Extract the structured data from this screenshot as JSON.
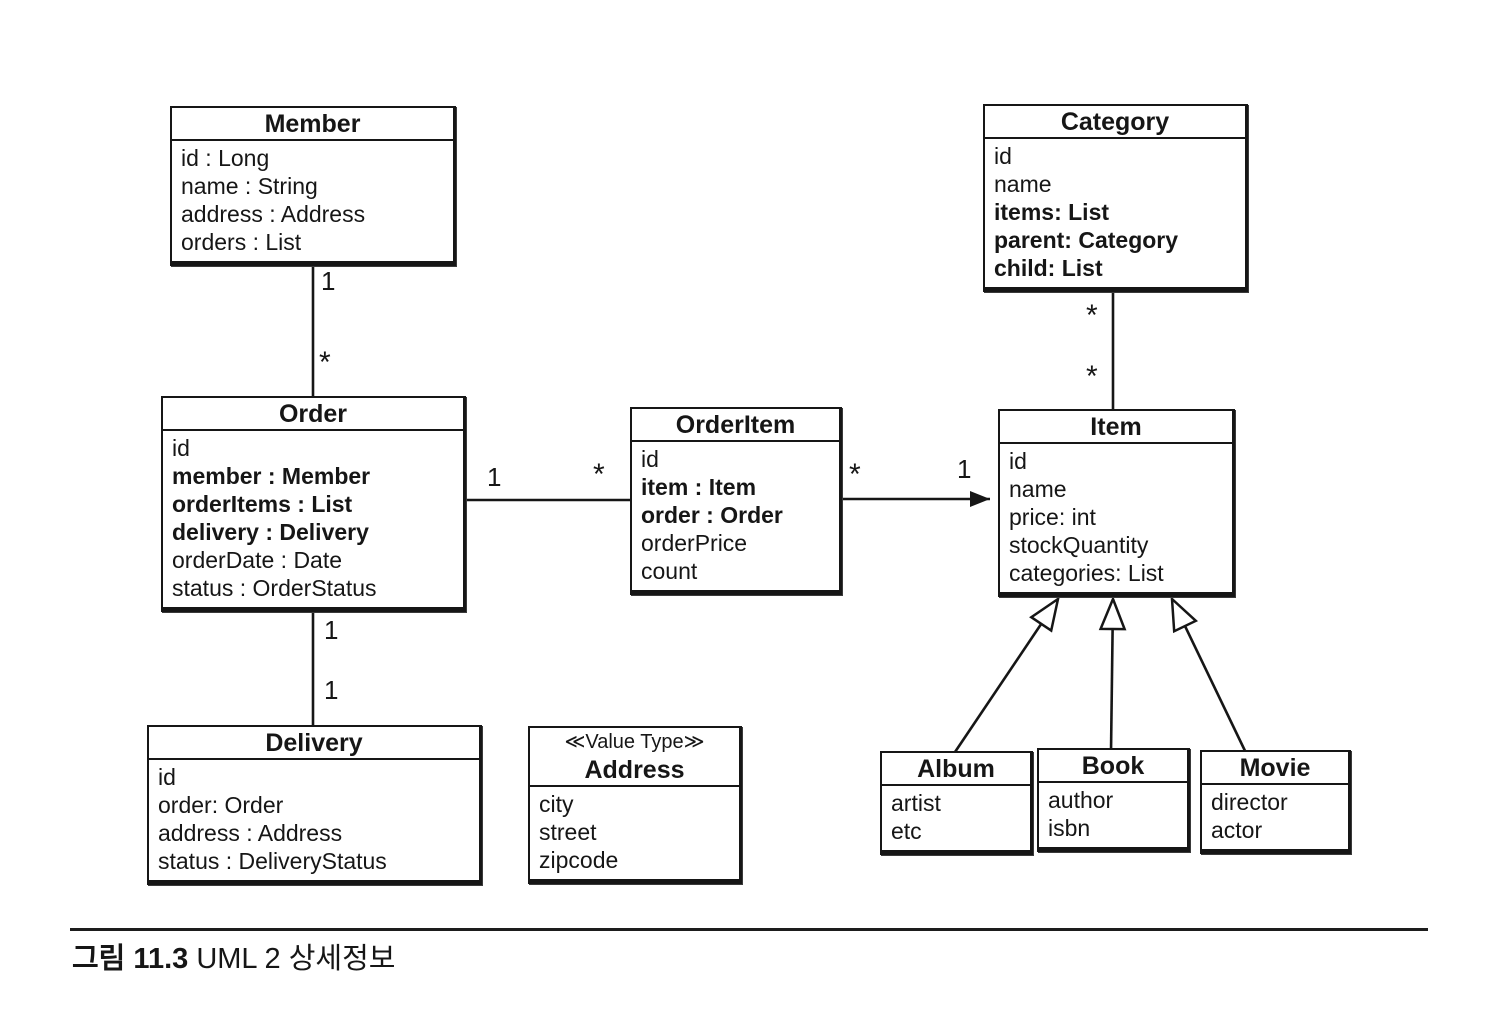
{
  "page": {
    "background_color": "#ffffff",
    "ink_color": "#161616"
  },
  "diagram": {
    "type": "uml-class-diagram",
    "classes": [
      {
        "name": "Member",
        "attributes": [
          {
            "text": "id : Long",
            "bold": false
          },
          {
            "text": "name : String",
            "bold": false
          },
          {
            "text": "address : Address",
            "bold": false
          },
          {
            "text": "orders : List",
            "bold": false
          }
        ]
      },
      {
        "name": "Category",
        "attributes": [
          {
            "text": "id",
            "bold": false
          },
          {
            "text": "name",
            "bold": false
          },
          {
            "text": "items: List",
            "bold": true
          },
          {
            "text": "parent: Category",
            "bold": true
          },
          {
            "text": "child: List",
            "bold": true
          }
        ]
      },
      {
        "name": "Order",
        "attributes": [
          {
            "text": "id",
            "bold": false
          },
          {
            "text": "member : Member",
            "bold": true
          },
          {
            "text": "orderItems : List",
            "bold": true
          },
          {
            "text": "delivery : Delivery",
            "bold": true
          },
          {
            "text": "orderDate : Date",
            "bold": false
          },
          {
            "text": "status : OrderStatus",
            "bold": false
          }
        ]
      },
      {
        "name": "OrderItem",
        "attributes": [
          {
            "text": "id",
            "bold": false
          },
          {
            "text": "item : Item",
            "bold": true
          },
          {
            "text": "order : Order",
            "bold": true
          },
          {
            "text": "orderPrice",
            "bold": false
          },
          {
            "text": "count",
            "bold": false
          }
        ]
      },
      {
        "name": "Item",
        "attributes": [
          {
            "text": "id",
            "bold": false
          },
          {
            "text": "name",
            "bold": false
          },
          {
            "text": "price: int",
            "bold": false
          },
          {
            "text": "stockQuantity",
            "bold": false
          },
          {
            "text": "categories: List",
            "bold": false
          }
        ]
      },
      {
        "name": "Delivery",
        "attributes": [
          {
            "text": "id",
            "bold": false
          },
          {
            "text": "order: Order",
            "bold": false
          },
          {
            "text": "address : Address",
            "bold": false
          },
          {
            "text": "status : DeliveryStatus",
            "bold": false
          }
        ]
      },
      {
        "name": "Address",
        "stereotype": "≪Value Type≫",
        "attributes": [
          {
            "text": "city",
            "bold": false
          },
          {
            "text": "street",
            "bold": false
          },
          {
            "text": "zipcode",
            "bold": false
          }
        ]
      },
      {
        "name": "Album",
        "attributes": [
          {
            "text": "artist",
            "bold": false
          },
          {
            "text": "etc",
            "bold": false
          }
        ]
      },
      {
        "name": "Book",
        "attributes": [
          {
            "text": "author",
            "bold": false
          },
          {
            "text": "isbn",
            "bold": false
          }
        ]
      },
      {
        "name": "Movie",
        "attributes": [
          {
            "text": "director",
            "bold": false
          },
          {
            "text": "actor",
            "bold": false
          }
        ]
      }
    ],
    "multiplicities": [
      {
        "relation": "member-order",
        "at": "member-end",
        "label": "1"
      },
      {
        "relation": "member-order",
        "at": "order-end",
        "label": "*"
      },
      {
        "relation": "order-orderitem",
        "at": "order-end",
        "label": "1"
      },
      {
        "relation": "order-orderitem",
        "at": "orderitem-end",
        "label": "*"
      },
      {
        "relation": "orderitem-item",
        "at": "orderitem-end",
        "label": "*"
      },
      {
        "relation": "orderitem-item",
        "at": "item-end",
        "label": "1"
      },
      {
        "relation": "category-item",
        "at": "category-end",
        "label": "*"
      },
      {
        "relation": "category-item",
        "at": "item-end",
        "label": "*"
      },
      {
        "relation": "order-delivery",
        "at": "order-end",
        "label": "1"
      },
      {
        "relation": "order-delivery",
        "at": "delivery-end",
        "label": "1"
      }
    ],
    "associations": [
      {
        "from": "Member",
        "to": "Order",
        "from_label": "1",
        "to_label": "*",
        "arrow": "none"
      },
      {
        "from": "Order",
        "to": "OrderItem",
        "from_label": "1",
        "to_label": "*",
        "arrow": "none"
      },
      {
        "from": "OrderItem",
        "to": "Item",
        "from_label": "*",
        "to_label": "1",
        "arrow": "open-to-item"
      },
      {
        "from": "Category",
        "to": "Item",
        "from_label": "*",
        "to_label": "*",
        "arrow": "none"
      },
      {
        "from": "Order",
        "to": "Delivery",
        "from_label": "1",
        "to_label": "1",
        "arrow": "none"
      }
    ],
    "generalizations": [
      {
        "from": "Album",
        "to": "Item"
      },
      {
        "from": "Book",
        "to": "Item"
      },
      {
        "from": "Movie",
        "to": "Item"
      }
    ],
    "caption": {
      "figure_label": "그림 11.3",
      "text": "UML 2 상세정보"
    }
  }
}
